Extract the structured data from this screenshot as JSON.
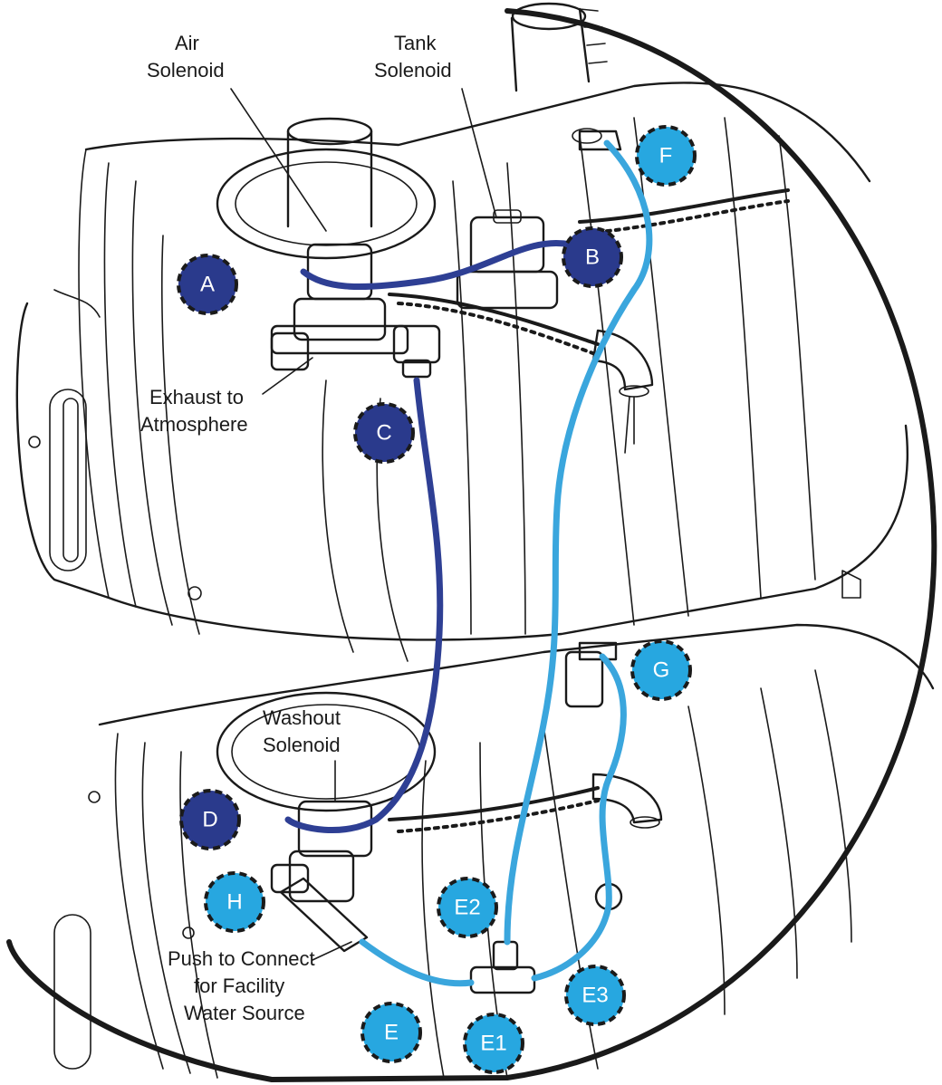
{
  "labels": {
    "air_solenoid_line1": "Air",
    "air_solenoid_line2": "Solenoid",
    "tank_solenoid_line1": "Tank",
    "tank_solenoid_line2": "Solenoid",
    "exhaust_line1": "Exhaust to",
    "exhaust_line2": "Atmosphere",
    "washout_line1": "Washout",
    "washout_line2": "Solenoid",
    "push_line1": "Push to Connect",
    "push_line2": "for Facility",
    "push_line3": "Water Source"
  },
  "badges": {
    "a": "A",
    "b": "B",
    "c": "C",
    "d": "D",
    "e": "E",
    "e1": "E1",
    "e2": "E2",
    "e3": "E3",
    "f": "F",
    "g": "G",
    "h": "H"
  },
  "colors": {
    "dark_tube": "#2e3f94",
    "light_tube": "#3aa6dd",
    "badge_dark": "#2a3a8c",
    "badge_light": "#27a7e0",
    "ink": "#1a1a1a"
  }
}
